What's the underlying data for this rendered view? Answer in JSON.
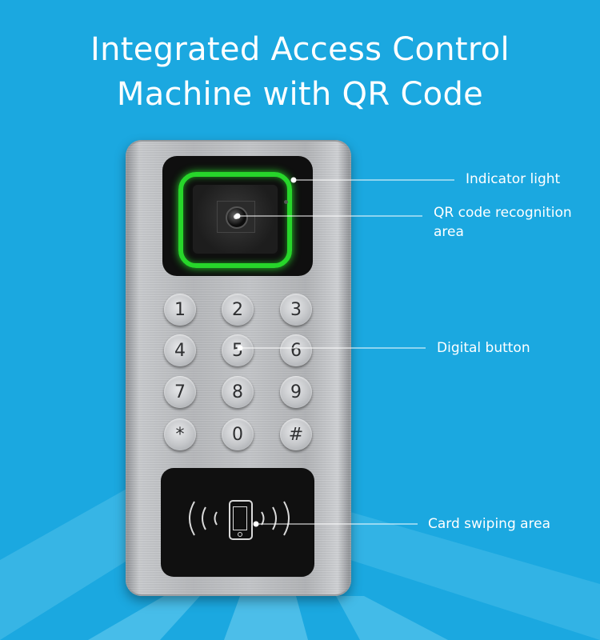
{
  "title": {
    "line1": "Integrated Access Control",
    "line2": "Machine with QR Code"
  },
  "colors": {
    "background": "#1ba8e0",
    "indicator_green": "#27d62a",
    "label_text": "#ffffff"
  },
  "callouts": {
    "indicator_light": "Indicator light",
    "qr_area_line1": "QR code recognition",
    "qr_area_line2": "area",
    "digital_button": "Digital button",
    "card_swiping_area": "Card swiping area"
  },
  "keypad": {
    "keys": [
      "1",
      "2",
      "3",
      "4",
      "5",
      "6",
      "7",
      "8",
      "9",
      "*",
      "0",
      "#"
    ]
  },
  "icons": {
    "camera": "camera-lens-icon",
    "nfc": "nfc-phone-icon"
  }
}
